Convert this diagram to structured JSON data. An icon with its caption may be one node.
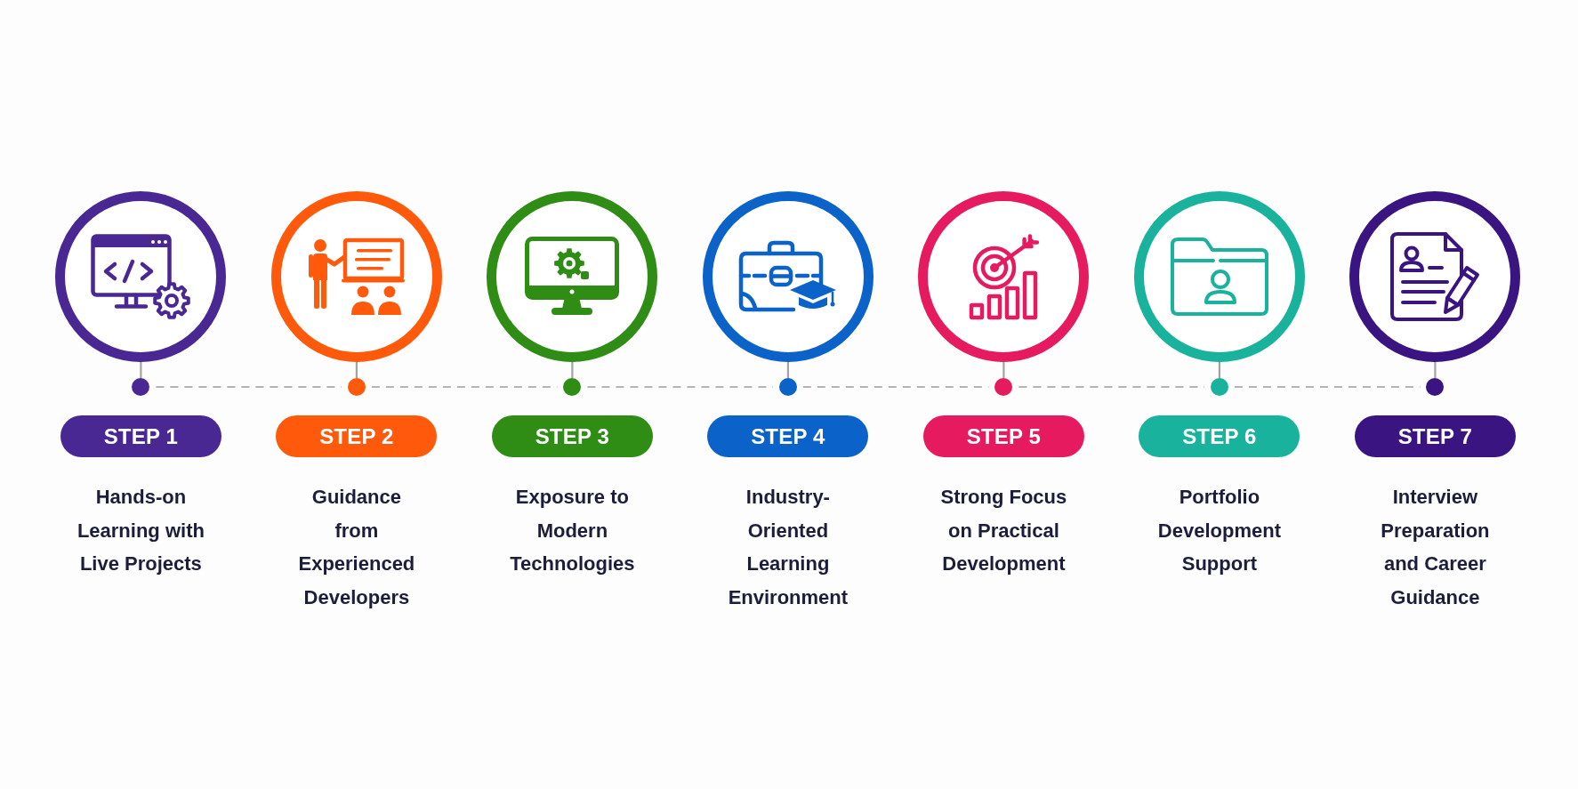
{
  "diagram": {
    "nodes": [
      {
        "text": [],
        "shape": "circle"
      },
      {
        "text": [],
        "shape": "circle"
      },
      {
        "text": [
          "STEP 1"
        ],
        "beside": [
          "Hands-on Learning with Live Projects"
        ]
      },
      {
        "text": [],
        "shape": "circle"
      },
      {
        "text": [],
        "shape": "circle"
      },
      {
        "text": [
          "STEP 2"
        ],
        "beside": [
          "Guidance from Experienced Developers"
        ]
      },
      {
        "text": [],
        "shape": "circle"
      },
      {
        "text": [],
        "shape": "circle"
      },
      {
        "text": [
          "STEP 3"
        ],
        "beside": [
          "Exposure to Modern Technologies"
        ]
      },
      {
        "text": [],
        "shape": "circle"
      },
      {
        "text": [],
        "shape": "circle"
      },
      {
        "text": [
          "STEP 4"
        ],
        "beside": [
          "Industry-Oriented Learning Environment"
        ]
      },
      {
        "text": [],
        "shape": "circle"
      },
      {
        "text": [],
        "shape": "circle"
      },
      {
        "text": [
          "STEP 5"
        ],
        "beside": [
          "Strong Focus on Practical Development"
        ]
      },
      {
        "text": [],
        "shape": "circle"
      },
      {
        "text": [],
        "shape": "circle"
      },
      {
        "text": [
          "STEP 6"
        ],
        "beside": [
          "Portfolio Development Support"
        ]
      },
      {
        "text": [],
        "shape": "circle"
      },
      {
        "text": [],
        "shape": "circle"
      },
      {
        "text": [
          "STEP 7"
        ],
        "beside": [
          "Interview Preparation and Career Guidance"
        ]
      }
    ],
    "edges": [
      {
        "from": 0,
        "to": 1,
        "arrow": "none"
      },
      {
        "from": 1,
        "to": 4,
        "arrow": "none",
        "style": "dashed"
      },
      {
        "from": 3,
        "to": 4,
        "arrow": "none"
      },
      {
        "from": 4,
        "to": 7,
        "arrow": "none",
        "style": "dashed"
      },
      {
        "from": 6,
        "to": 7,
        "arrow": "none"
      },
      {
        "from": 7,
        "to": 10,
        "arrow": "none",
        "style": "dashed"
      },
      {
        "from": 9,
        "to": 10,
        "arrow": "none"
      },
      {
        "from": 10,
        "to": 13,
        "arrow": "none",
        "style": "dashed"
      },
      {
        "from": 12,
        "to": 13,
        "arrow": "none"
      },
      {
        "from": 13,
        "to": 16,
        "arrow": "none",
        "style": "dashed"
      },
      {
        "from": 15,
        "to": 16,
        "arrow": "none"
      },
      {
        "from": 16,
        "to": 19,
        "arrow": "none",
        "style": "dashed"
      },
      {
        "from": 18,
        "to": 19,
        "arrow": "none"
      }
    ]
  }
}
